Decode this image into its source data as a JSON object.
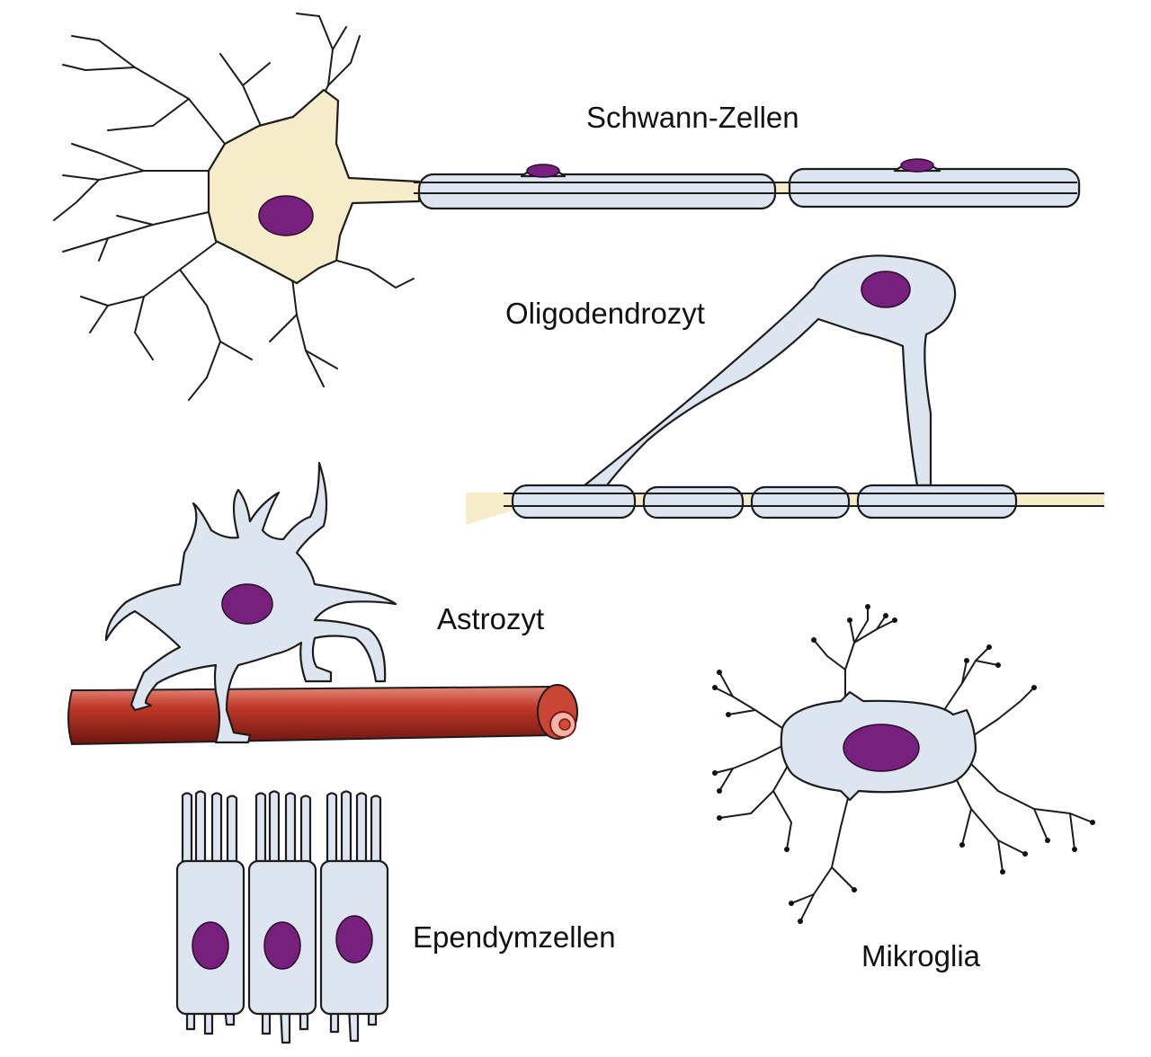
{
  "labels": {
    "schwann": "Schwann-Zellen",
    "oligo": "Oligodendrozyt",
    "astro": "Astrozyt",
    "mikro": "Mikroglia",
    "ependym": "Ependymzellen"
  },
  "colors": {
    "nucleus": "#78207d",
    "glia_fill": "#dde5f1",
    "neuron_fill": "#f7ecc9",
    "vessel": "#b3241c"
  }
}
